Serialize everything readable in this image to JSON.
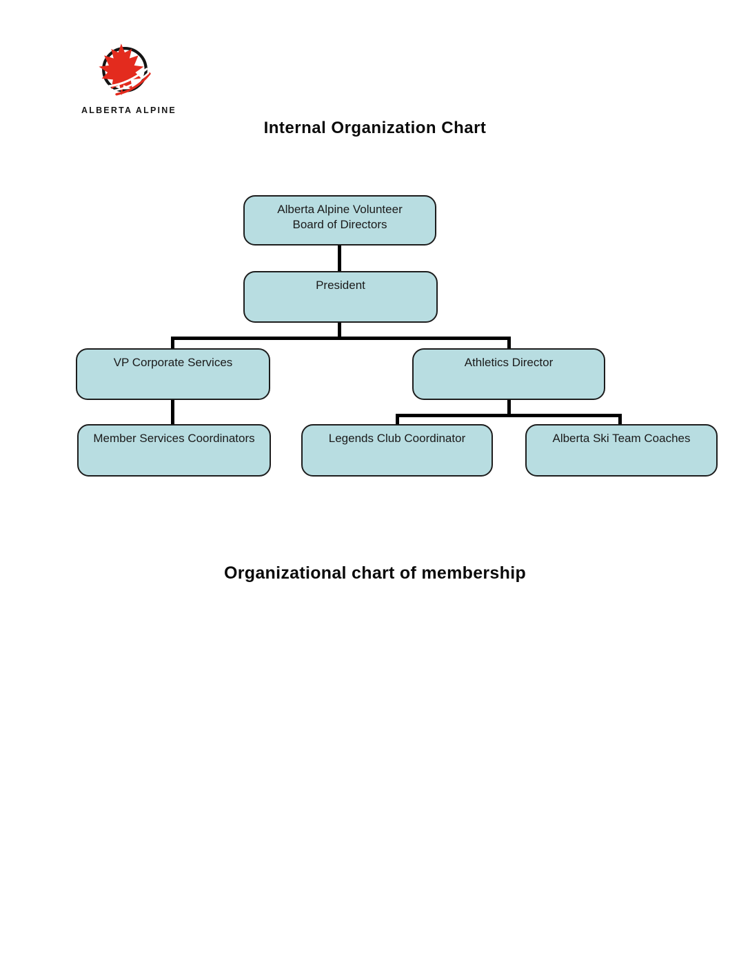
{
  "logo": {
    "wordmark": "ALBERTA ALPINE",
    "icon": "maple-leaf-in-circle",
    "leaf_color": "#e32b1e",
    "ring_color": "#141414"
  },
  "titles": {
    "internal": "Internal Organization Chart",
    "membership": "Organizational chart of membership"
  },
  "org_chart": {
    "box_fill": "#b8dde1",
    "box_border": "#1c1c1c",
    "line_color": "#000000",
    "nodes": [
      {
        "id": "board",
        "label": "Alberta Alpine Volunteer Board of Directors",
        "reports_to": null
      },
      {
        "id": "president",
        "label": "President",
        "reports_to": "board"
      },
      {
        "id": "vp-corporate-services",
        "label": "VP Corporate Services",
        "reports_to": "president"
      },
      {
        "id": "athletics-director",
        "label": "Athletics Director",
        "reports_to": "president"
      },
      {
        "id": "member-services-coordinators",
        "label": "Member Services Coordinators",
        "reports_to": "vp-corporate-services"
      },
      {
        "id": "legends-club-coordinator",
        "label": "Legends Club Coordinator",
        "reports_to": "athletics-director"
      },
      {
        "id": "alberta-ski-team-coaches",
        "label": "Alberta Ski Team Coaches",
        "reports_to": "athletics-director"
      }
    ]
  }
}
